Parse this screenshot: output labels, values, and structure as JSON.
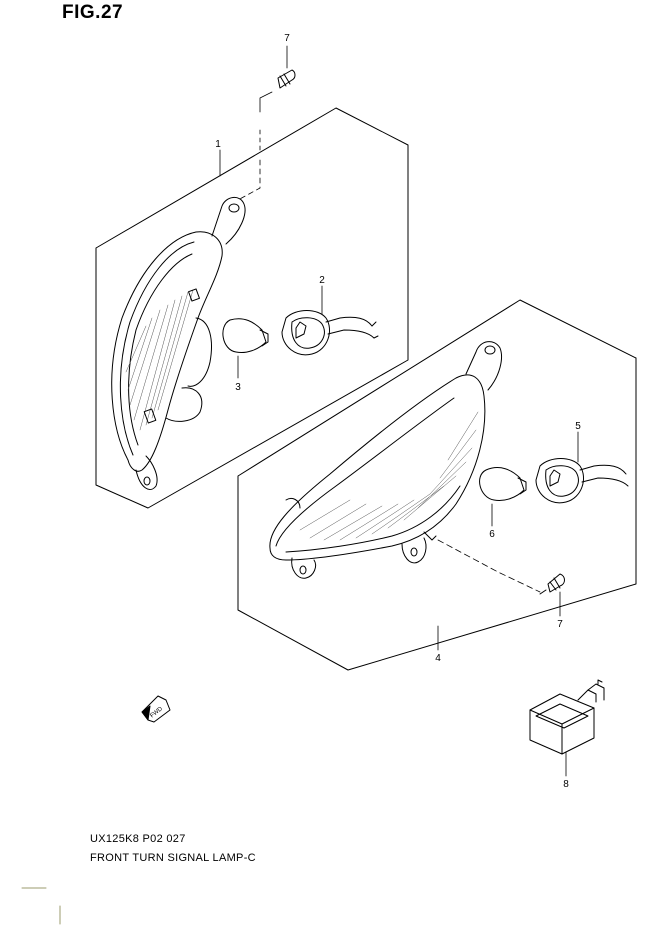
{
  "figure": {
    "title": "FIG.27",
    "drawing_code": "UX125K8 P02  027",
    "caption": "FRONT TURN SIGNAL  LAMP-C",
    "fwd_label": "FWD"
  },
  "callouts": {
    "c1": "1",
    "c2": "2",
    "c3": "3",
    "c4": "4",
    "c5": "5",
    "c6": "6",
    "c7a": "7",
    "c7b": "7",
    "c8": "8"
  }
}
